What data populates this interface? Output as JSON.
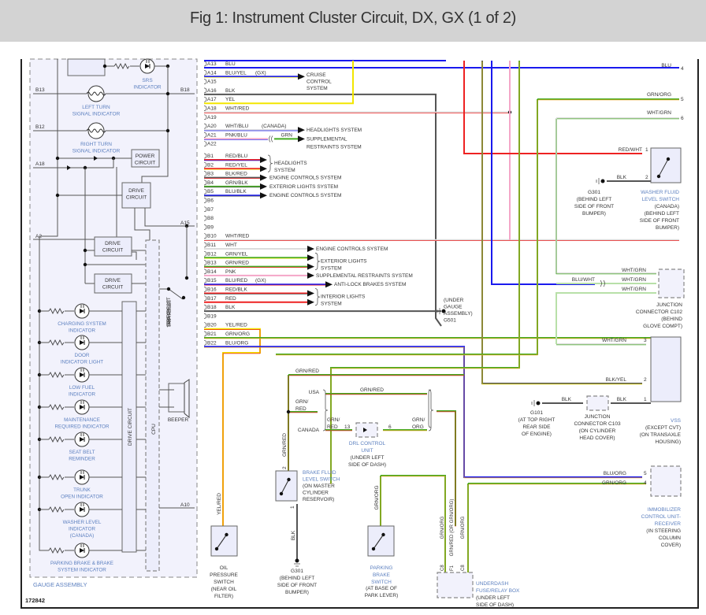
{
  "header": {
    "title": "Fig 1: Instrument Cluster Circuit, DX, GX (1 of 2)"
  },
  "figure_id": "172842",
  "colors": {
    "BLU": "#1a1aee",
    "YEL": "#f2e600",
    "BLK": "#555555",
    "WHT": "#dddddd",
    "RED": "#ee2222",
    "GRN": "#44aa22",
    "PNK": "#f4a6c8",
    "ORG": "#f5a623",
    "label_blue": "#5b7fbf",
    "box_fill": "#ecedfb"
  },
  "gauge_assembly": {
    "label": "GAUGE ASSEMBLY",
    "indicators_top": [
      {
        "label": [
          "SRS",
          "INDICATOR"
        ]
      },
      {
        "label": [
          "LEFT TURN",
          "SIGNAL INDICATOR"
        ]
      },
      {
        "label": [
          "RIGHT TURN",
          "SIGNAL INDICATOR"
        ]
      }
    ],
    "left_pins": [
      "B13",
      "B12",
      "A18",
      "A2"
    ],
    "right_pins": [
      "B18",
      "A15",
      "A10"
    ],
    "power_circuit": [
      "POWER",
      "CIRCUIT"
    ],
    "drive_circuit": [
      "DRIVE",
      "CIRCUIT"
    ],
    "drive_circuit_vertical": "DRIVE CIRCUIT",
    "cpu": "CPU",
    "trip_reset_switch": [
      "TRIP/RESET",
      "SWITCH"
    ],
    "beeper": "BEEPER",
    "led_indicators": [
      {
        "label": [
          "CHARGING SYSTEM",
          "INDICATOR"
        ]
      },
      {
        "label": [
          "DOOR",
          "INDICATOR LIGHT"
        ]
      },
      {
        "label": [
          "LOW FUEL",
          "INDICATOR"
        ]
      },
      {
        "label": [
          "MAINTENANCE",
          "REQUIRED INDICATOR"
        ]
      },
      {
        "label": [
          "SEAT BELT",
          "REMINDER"
        ]
      },
      {
        "label": [
          "TRUNK",
          "OPEN INDICATOR"
        ]
      },
      {
        "label": [
          "WASHER LEVEL",
          "INDICATOR",
          "(CANADA)"
        ]
      },
      {
        "label": [
          "PARKING BRAKE & BRAKE",
          "SYSTEM INDICATOR"
        ]
      }
    ]
  },
  "connector_pins": [
    {
      "pin": "A13",
      "wire": "BLU",
      "note": ""
    },
    {
      "pin": "A14",
      "wire": "BLU/YEL",
      "note": "(GX)"
    },
    {
      "pin": "A15",
      "wire": "",
      "note": ""
    },
    {
      "pin": "A16",
      "wire": "BLK",
      "note": ""
    },
    {
      "pin": "A17",
      "wire": "YEL",
      "note": ""
    },
    {
      "pin": "A18",
      "wire": "WHT/RED",
      "note": ""
    },
    {
      "pin": "A19",
      "wire": "",
      "note": ""
    },
    {
      "pin": "A20",
      "wire": "WHT/BLU",
      "note": "(CANADA)"
    },
    {
      "pin": "A21",
      "wire": "PNK/BLU",
      "note": ""
    },
    {
      "pin": "A22",
      "wire": "",
      "note": ""
    },
    {
      "pin": "B1",
      "wire": "RED/BLU",
      "note": ""
    },
    {
      "pin": "B2",
      "wire": "RED/YEL",
      "note": ""
    },
    {
      "pin": "B3",
      "wire": "BLK/RED",
      "note": ""
    },
    {
      "pin": "B4",
      "wire": "GRN/BLK",
      "note": ""
    },
    {
      "pin": "B5",
      "wire": "BLU/BLK",
      "note": ""
    },
    {
      "pin": "B6",
      "wire": "",
      "note": ""
    },
    {
      "pin": "B7",
      "wire": "",
      "note": ""
    },
    {
      "pin": "B8",
      "wire": "",
      "note": ""
    },
    {
      "pin": "B9",
      "wire": "",
      "note": ""
    },
    {
      "pin": "B10",
      "wire": "WHT/RED",
      "note": ""
    },
    {
      "pin": "B11",
      "wire": "WHT",
      "note": ""
    },
    {
      "pin": "B12",
      "wire": "GRN/YEL",
      "note": ""
    },
    {
      "pin": "B13",
      "wire": "GRN/RED",
      "note": ""
    },
    {
      "pin": "B14",
      "wire": "PNK",
      "note": ""
    },
    {
      "pin": "B15",
      "wire": "BLU/RED",
      "note": "(GX)"
    },
    {
      "pin": "B16",
      "wire": "RED/BLK",
      "note": ""
    },
    {
      "pin": "B17",
      "wire": "RED",
      "note": ""
    },
    {
      "pin": "B18",
      "wire": "BLK",
      "note": ""
    },
    {
      "pin": "B19",
      "wire": "",
      "note": ""
    },
    {
      "pin": "B20",
      "wire": "YEL/RED",
      "note": ""
    },
    {
      "pin": "B21",
      "wire": "GRN/ORG",
      "note": ""
    },
    {
      "pin": "B22",
      "wire": "BLU/ORG",
      "note": ""
    }
  ],
  "system_destinations": {
    "cruise_control": [
      "CRUISE",
      "CONTROL",
      "SYSTEM"
    ],
    "headlights_a20": "HEADLIGHTS SYSTEM",
    "srs_a21": [
      "SUPPLEMENTAL",
      "RESTRAINTS SYSTEM"
    ],
    "srs_a21_wire": "GRN",
    "headlights_b": [
      "HEADLIGHTS",
      "SYSTEM"
    ],
    "engine_controls_b3": "ENGINE CONTROLS SYSTEM",
    "exterior_lights_b4": "EXTERIOR LIGHTS SYSTEM",
    "engine_controls_b5": "ENGINE CONTROLS SYSTEM",
    "engine_controls_b11": "ENGINE CONTROLS SYSTEM",
    "exterior_lights_b12": [
      "EXTERIOR LIGHTS",
      "SYSTEM"
    ],
    "srs_b14": "SUPPLEMENTAL RESTRAINTS SYSTEM",
    "abs_b15": "ANTI-LOCK BRAKES SYSTEM",
    "interior_lights_b16": [
      "INTERIOR LIGHTS",
      "SYSTEM"
    ]
  },
  "g501": [
    "(UNDER",
    "GAUGE",
    "ASSEMBLY)",
    "G501"
  ],
  "right_wires": {
    "blu_4": {
      "wire": "BLU",
      "pin": "4"
    },
    "grn_org_5": {
      "wire": "GRN/ORG",
      "pin": "5"
    },
    "wht_grn_6": {
      "wire": "WHT/GRN",
      "pin": "6"
    }
  },
  "washer_fluid_switch": {
    "pins": [
      {
        "pin": "1",
        "wire": "RED/WHT"
      },
      {
        "pin": "2",
        "wire": "BLK"
      }
    ],
    "label": [
      "WASHER FLUID",
      "LEVEL SWITCH"
    ],
    "location": [
      "(CANADA)",
      "(BEHIND LEFT",
      "SIDE OF FRONT",
      "BUMPER)"
    ],
    "ground": [
      "G301",
      "(BEHIND LEFT",
      "SIDE OF FRONT",
      "BUMPER)"
    ]
  },
  "junction_c102": {
    "wires": [
      "WHT/GRN",
      "WHT/GRN",
      "WHT/GRN"
    ],
    "input_wire": "BLU/WHT",
    "label": [
      "JUNCTION",
      "CONNECTOR C102",
      "(BEHIND",
      "GLOVE COMPT)"
    ]
  },
  "vss": {
    "pins": [
      {
        "pin": "3",
        "wire": "WHT/GRN"
      },
      {
        "pin": "2",
        "wire": "BLK/YEL"
      },
      {
        "pin": "1",
        "wire": "BLK"
      }
    ],
    "label": "VSS",
    "location": [
      "(EXCEPT CVT)",
      "(ON TRANSAXLE",
      "HOUSING)"
    ]
  },
  "junction_c103": {
    "wire_in": "BLK",
    "label": [
      "JUNCTION",
      "CONNECTOR C103",
      "(ON CYLINDER",
      "HEAD COVER)"
    ]
  },
  "g101": [
    "G101",
    "(AT TOP RIGHT",
    "REAR SIDE",
    "OF ENGINE)"
  ],
  "immobilizer": {
    "pins": [
      {
        "pin": "5",
        "wire": "BLU/ORG"
      },
      {
        "pin": "4",
        "wire": "GRN/ORG"
      }
    ],
    "label": [
      "IMMOBILIZER",
      "CONTROL UNIT-",
      "RECEIVER"
    ],
    "location": [
      "(IN STEERING",
      "COLUMN",
      "COVER)"
    ]
  },
  "drl": {
    "top_wire": "GRN/RED",
    "usa": "USA",
    "canada": "CANADA",
    "usa_wire": "GRN/RED",
    "left_wire": [
      "GRN/",
      "RED"
    ],
    "canada_in": [
      "GRN/",
      "RED"
    ],
    "canada_out": [
      "GRN/",
      "ORG"
    ],
    "pin_in": "13",
    "pin_out": "6",
    "label": [
      "DRL CONTROL",
      "UNIT"
    ],
    "location": [
      "(UNDER LEFT",
      "SIDE OF DASH)"
    ]
  },
  "brake_fluid_switch": {
    "pin_top": "2",
    "pin_bottom": "1",
    "wire_top": "GRN/RED",
    "wire_bottom": "BLK",
    "label": [
      "BRAKE FLUID",
      "LEVEL SWITCH"
    ],
    "location": [
      "(ON MASTER",
      "CYLINDER",
      "RESERVOIR)"
    ],
    "ground": [
      "G301",
      "(BEHIND LEFT",
      "SIDE OF FRONT",
      "BUMPER)"
    ]
  },
  "oil_pressure_switch": {
    "wire": "YEL/RED",
    "label": [
      "OIL",
      "PRESSURE",
      "SWITCH",
      "(NEAR OIL",
      "FILTER)"
    ]
  },
  "parking_brake_switch": {
    "wire": "GRN/ORG",
    "label": [
      "PARKING",
      "BRAKE",
      "SWITCH"
    ],
    "location": [
      "(AT BASE OF",
      "PARK LEVER)"
    ]
  },
  "underdash_fuse_box": {
    "pins": [
      {
        "pin": "C8",
        "wire": "GRN/ORG"
      },
      {
        "pin": "F1",
        "wire": "GRN/RED (OR GRN/ORG)"
      },
      {
        "pin": "C8",
        "wire": "GRN/ORG"
      }
    ],
    "label": [
      "UNDERDASH",
      "FUSE/RELAY BOX"
    ],
    "location": [
      "(UNDER LEFT",
      "SIDE OF DASH)"
    ]
  }
}
